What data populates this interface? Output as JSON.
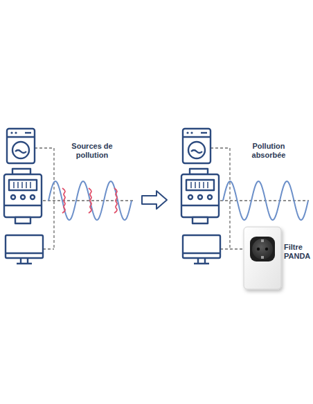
{
  "diagram": {
    "labels": [
      "Sources de pollution",
      "Pollution absorbée",
      "Filtre PANDA"
    ]
  }
}
